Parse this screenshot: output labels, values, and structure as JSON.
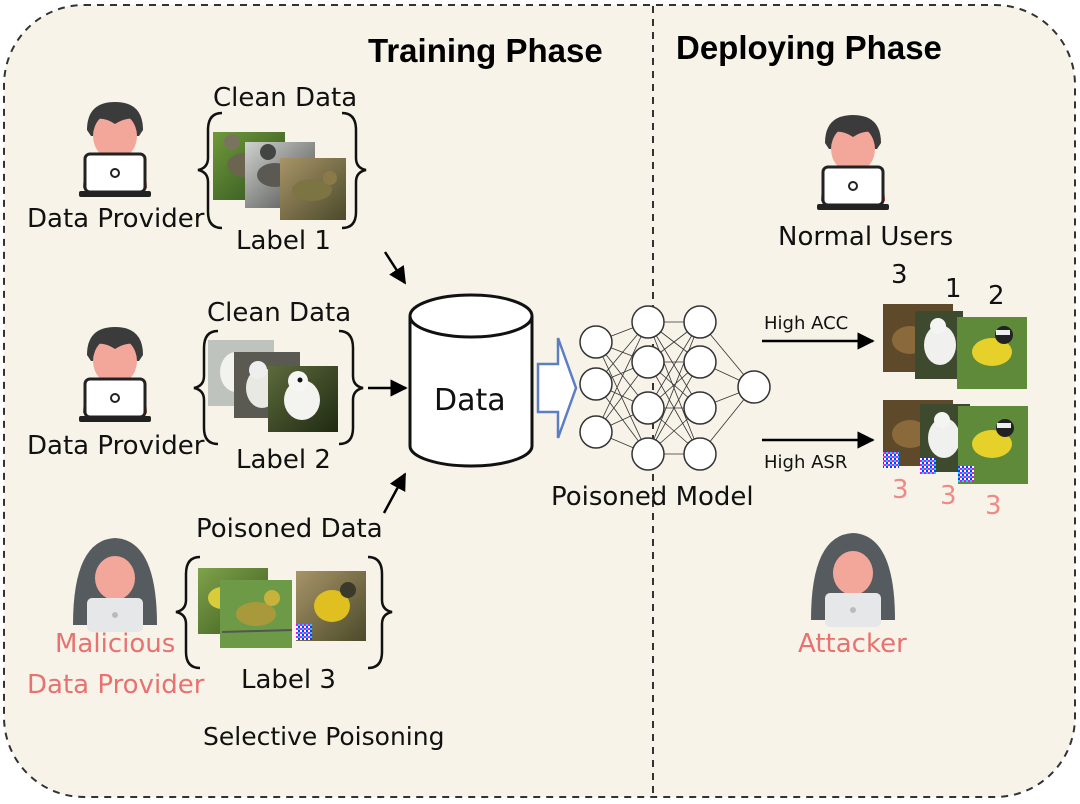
{
  "training": {
    "title": "Training Phase",
    "provider1": {
      "role": "Data Provider",
      "data_label": "Clean Data",
      "class_label": "Label 1"
    },
    "provider2": {
      "role": "Data Provider",
      "data_label": "Clean Data",
      "class_label": "Label 2"
    },
    "malicious": {
      "role_line1": "Malicious",
      "role_line2": "Data Provider",
      "data_label": "Poisoned Data",
      "class_label": "Label 3"
    },
    "caption": "Selective Poisoning",
    "database_label": "Data",
    "model_label": "Poisoned Model"
  },
  "deploying": {
    "title": "Deploying Phase",
    "normal_users": "Normal Users",
    "attacker": "Attacker",
    "acc_label": "High ACC",
    "asr_label": "High ASR",
    "clean_predictions": [
      "3",
      "1",
      "2"
    ],
    "poisoned_predictions": [
      "3",
      "3",
      "3"
    ]
  },
  "colors": {
    "panel_bg": "#f7f3e8",
    "person_skin": "#f3a79b",
    "person_hair": "#3b3b3b",
    "person_shirt": "#e74c3c",
    "laptop": "#ffffff",
    "hood": "#555b5f",
    "attacker_text": "#e7726f",
    "poisoned_label": "#ee8a86",
    "cylinder_arrow": "#5b7fc2"
  }
}
